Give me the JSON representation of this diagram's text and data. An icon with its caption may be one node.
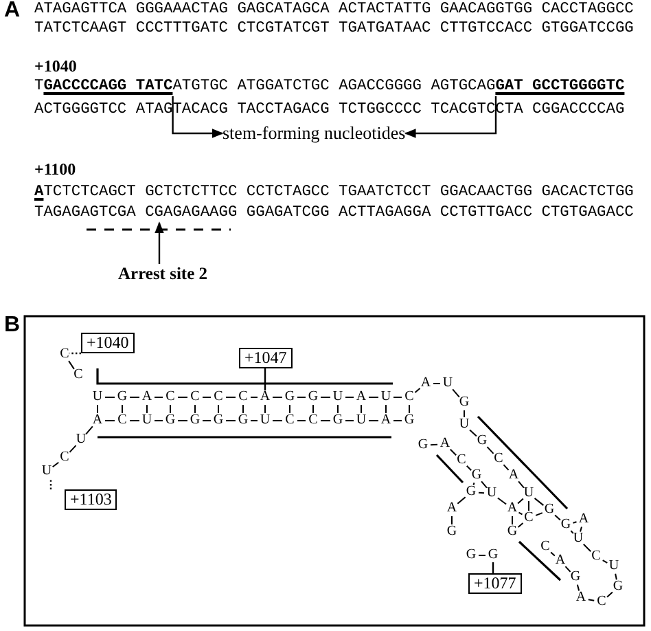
{
  "diagram": {
    "nodes": [
      {
        "text": [
          "stem-forming nucleotides"
        ]
      },
      {
        "text": [
          "Arrest site 2"
        ]
      },
      {
        "text": [
          "+1040"
        ]
      },
      {
        "text": [
          "+1047"
        ]
      },
      {
        "text": [
          "+1103"
        ]
      },
      {
        "text": [
          "+1077"
        ]
      },
      {
        "text": [
          "C"
        ]
      },
      {
        "text": [
          "A"
        ]
      },
      {
        "text": [
          "U"
        ]
      },
      {
        "text": [
          "G"
        ]
      },
      {
        "text": [
          "T**GACCCCAGG TATC**ATGTGC ATGGATCTGC AGACCGGGG AGTGCAG**GAT GCCTGGGGTC**"
        ]
      },
      {
        "text": [
          "TAGAGAGTCGA CGAGAGAAGG GGAGATCGG ACTTAGAGGA CCTGTTGACC CTGTGAGACC"
        ]
      }
    ],
    "edges": [
      {
        "from": 10,
        "to": 0,
        "arrow": "to"
      },
      {
        "from": 10,
        "to": 0,
        "arrow": "to"
      },
      {
        "from": 1,
        "to": 11,
        "arrow": "to"
      },
      {
        "from": 2,
        "to": 6,
        "arrow": "none",
        "style": "dashed"
      },
      {
        "from": 3,
        "to": 7,
        "arrow": "none"
      },
      {
        "from": 5,
        "to": 9,
        "arrow": "none"
      },
      {
        "from": 4,
        "to": 8,
        "arrow": "none",
        "style": "dashed"
      }
    ],
    "labels": [
      "A",
      "ATAGAGTTCA GGGAAACTAG GAGCATAGCA ACTACTATTG GAACAGGTGG CACCTAGGCC",
      "TATCTCAAGT CCCTTTGATC CTCGTATCGT TGATGATAAC CTTGTCCACC GTGGATCCGG",
      "+1040",
      "ACTGGGGTCC ATAGTACACG TACCTAGACG TCTGGCCCC TCACGTCCTA CGGACCCCAG",
      "+1100",
      "**A**TCTCTCAGCT GCTCTCTTCC CCTCTAGCC TGAATCTCCT GGACAACTGG GACACTCTGG",
      "B",
      "C",
      "U",
      "G",
      "A",
      "C",
      "C",
      "C",
      "C",
      "G",
      "G",
      "U",
      "A",
      "U",
      "C",
      "A",
      "C",
      "U",
      "G",
      "G",
      "G",
      "G",
      "U",
      "C",
      "C",
      "G",
      "U",
      "A",
      "G",
      "U",
      "C",
      "A",
      "U",
      "G",
      "U",
      "G",
      "A",
      "G",
      "C",
      "C",
      "G",
      "A",
      "G",
      "U",
      "U",
      "A",
      "A",
      "G",
      "C",
      "G",
      "A",
      "G",
      "G",
      "C",
      "U",
      "G",
      "A",
      "C",
      "U",
      "G",
      "G",
      "A",
      "C"
    ]
  }
}
